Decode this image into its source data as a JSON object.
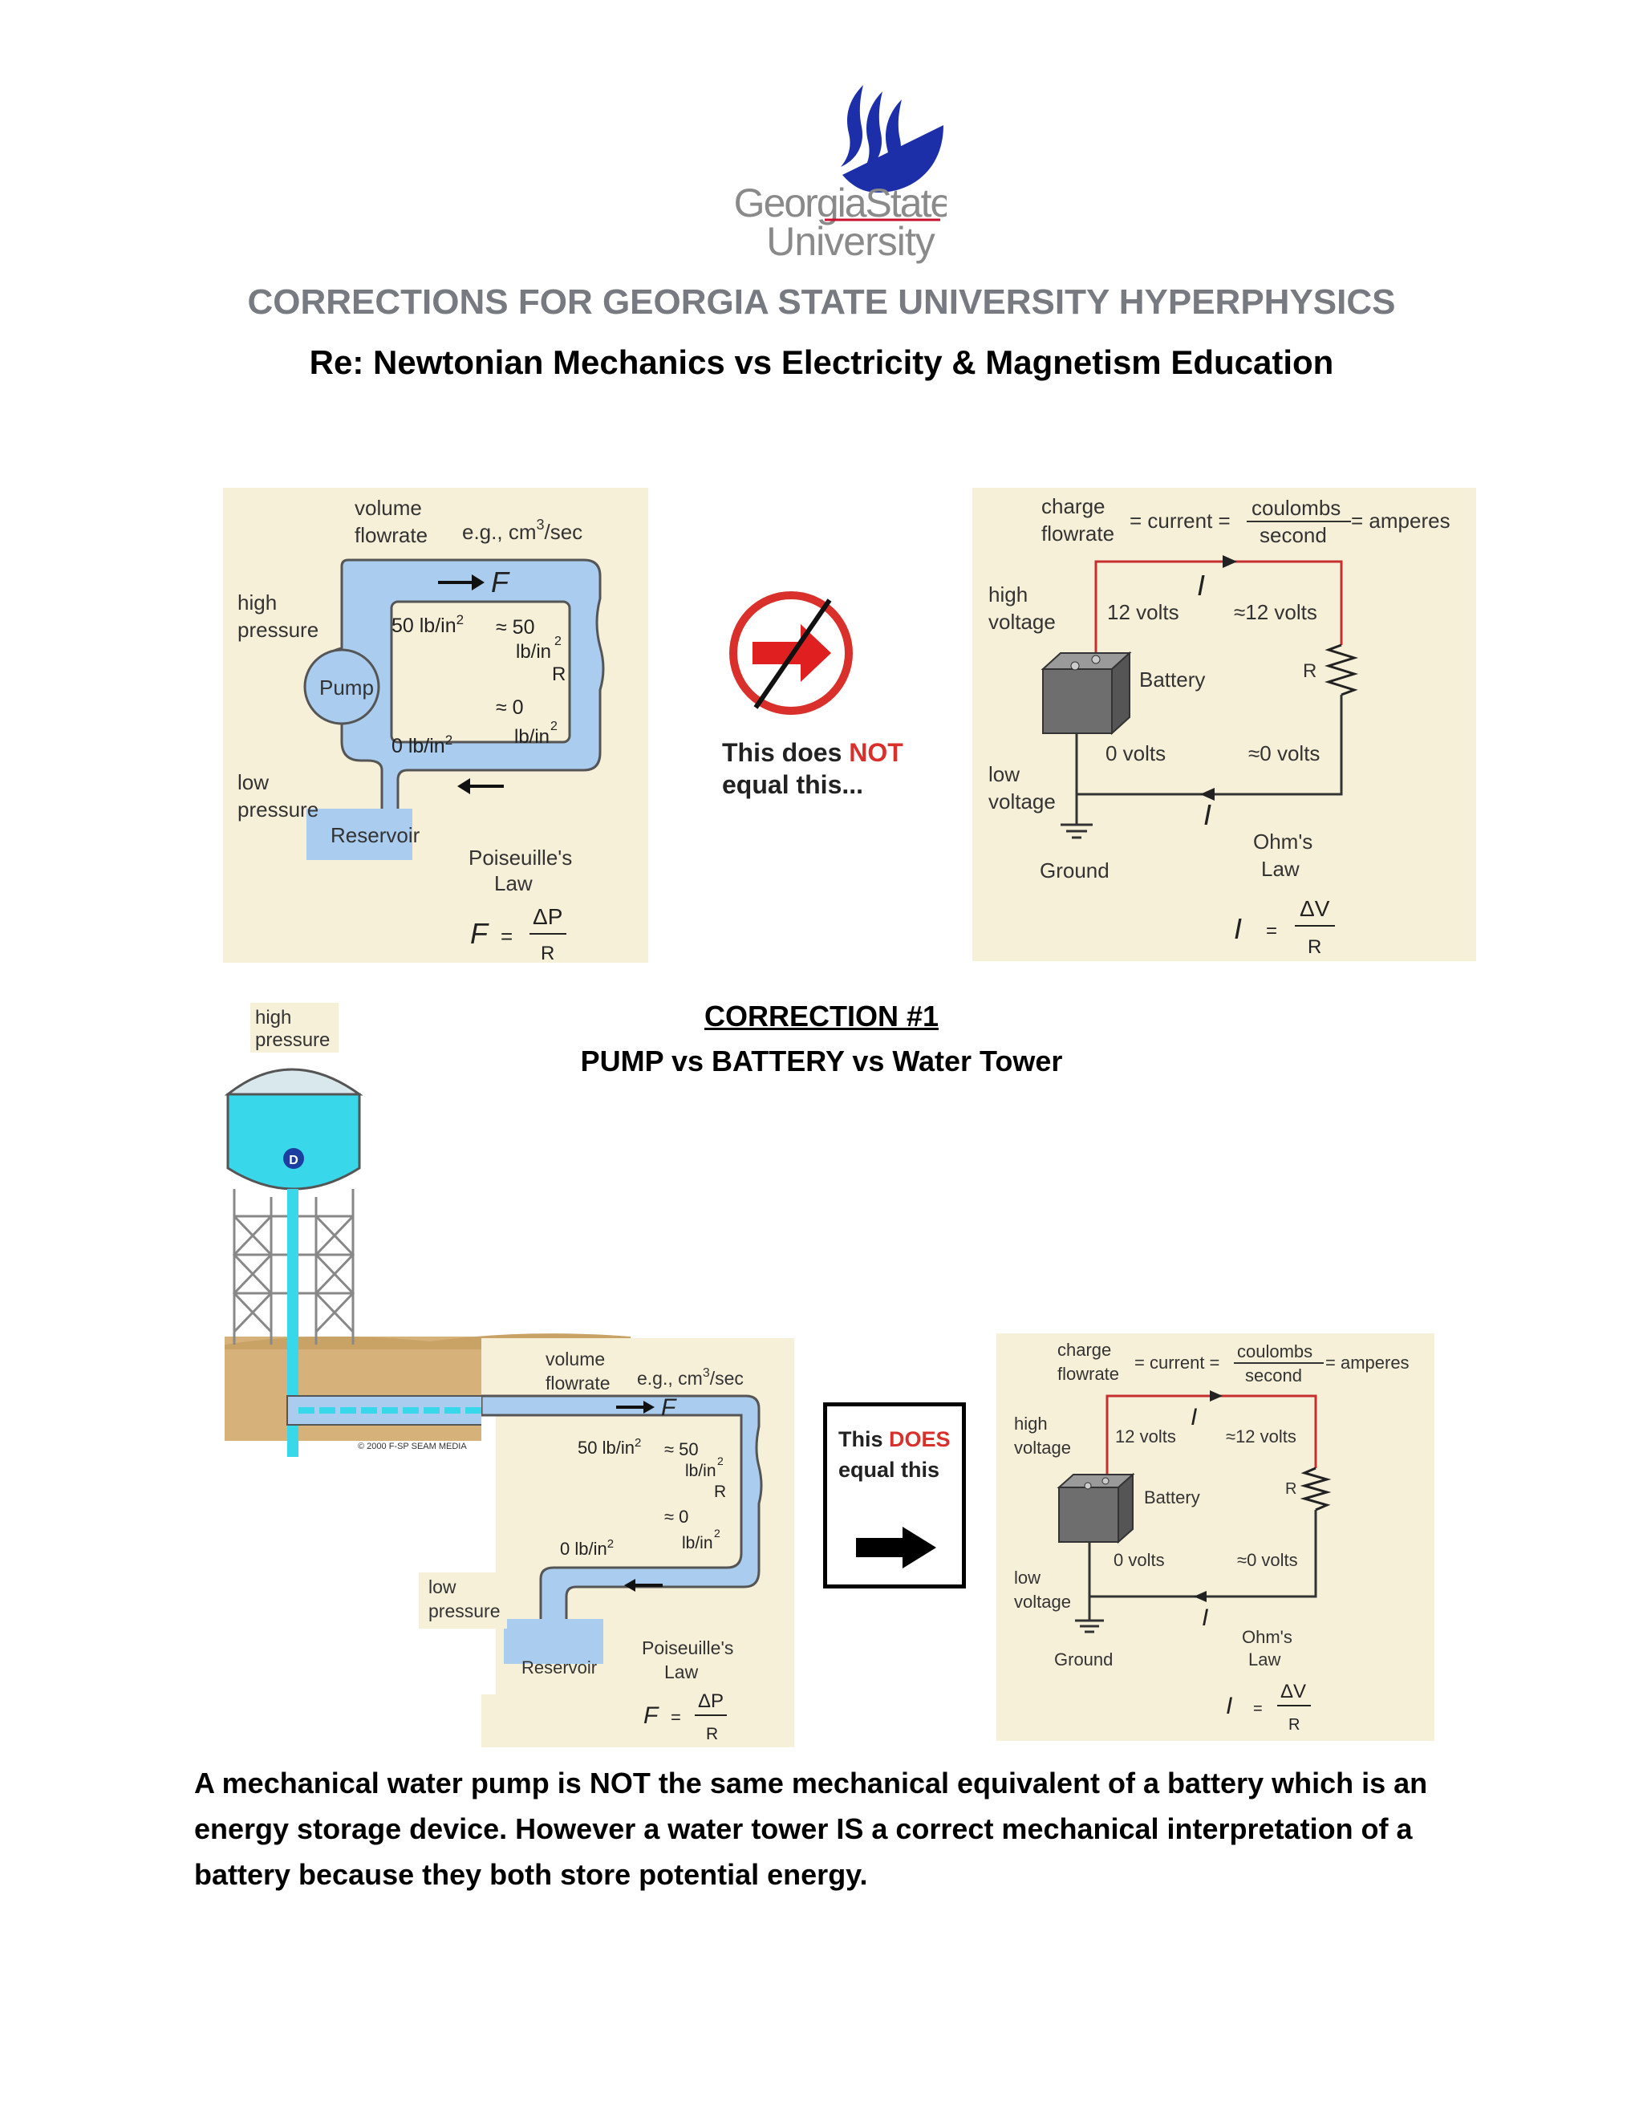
{
  "header": {
    "logo_text_line1": "GeorgiaState",
    "logo_text_line2": "University",
    "title": "CORRECTIONS FOR GEORGIA STATE UNIVERSITY HYPERPHYSICS",
    "subtitle": "Re: Newtonian Mechanics vs Electricity & Magnetism Education"
  },
  "colors": {
    "panel_bg": "#f7f0d8",
    "pipe_blue": "#a9ccef",
    "title_gray": "#777a80",
    "accent_red": "#d9302b",
    "logo_blue": "#1c2fa8"
  },
  "water_diagram": {
    "volume": "volume",
    "flowrate": "flowrate",
    "units": "e.g., cm",
    "units_sup": "3",
    "units_tail": "/sec",
    "F": "F",
    "high": "high",
    "pressure": "pressure",
    "low": "low",
    "p50": "50 lb/in",
    "approx50": "≈ 50",
    "lbin": "lb/in",
    "sup2": "2",
    "R": "R",
    "approx0": "≈ 0",
    "p0": "0 lb/in",
    "pump": "Pump",
    "reservoir": "Reservoir",
    "law1": "Poiseuille's",
    "law2": "Law",
    "formula_lhs": "F",
    "eq": "=",
    "formula_num": "ΔP",
    "formula_den": "R"
  },
  "circuit_diagram": {
    "charge": "charge",
    "flowrate": "flowrate",
    "eq_current": "= current =",
    "coulombs": "coulombs",
    "second": "second",
    "eq_amperes": "= amperes",
    "I": "I",
    "high": "high",
    "voltage": "voltage",
    "low": "low",
    "v12": "12 volts",
    "approx12": "≈12 volts",
    "battery": "Battery",
    "R": "R",
    "v0": "0 volts",
    "approx0": "≈0 volts",
    "ground": "Ground",
    "ohms1": "Ohm's",
    "ohms2": "Law",
    "formula_lhs": "I",
    "eq": "=",
    "formula_num": "ΔV",
    "formula_den": "R"
  },
  "not_equal": {
    "line1_a": "This does ",
    "line1_red": "NOT",
    "line2": "equal this..."
  },
  "correction": {
    "title": "CORRECTION #1",
    "subtitle": "PUMP vs BATTERY vs Water Tower",
    "tower_high": "high",
    "tower_pressure": "pressure",
    "tower_badge": "D",
    "tower_copyright": "© 2000 F-SP SEAM MEDIA"
  },
  "does_equal": {
    "line1_a": "This ",
    "line1_red": "DOES",
    "line2": "equal this"
  },
  "body_text": "A mechanical water pump is NOT the same mechanical equivalent of a battery which is an energy storage device.  However a water tower IS a correct mechanical interpretation of a battery because they both store potential energy."
}
